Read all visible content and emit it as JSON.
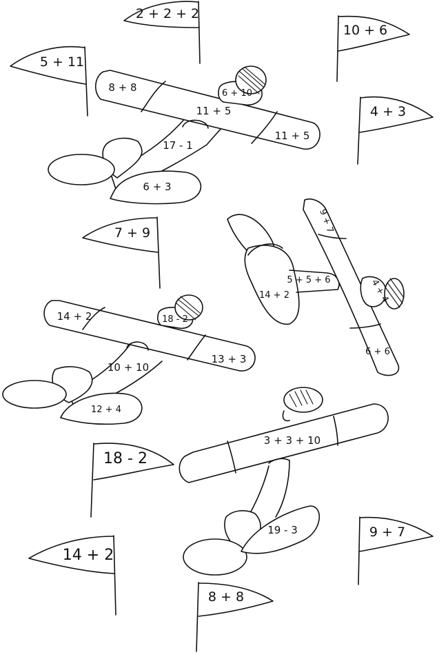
{
  "flags": {
    "f1": "2 + 2 + 2",
    "f2": "10 + 6",
    "f3": "5 + 11",
    "f4": "4 + 3",
    "f5": "7 + 9",
    "f6": "18 - 2",
    "f7": "14 + 2",
    "f8": "8 + 8",
    "f9": "9 + 7"
  },
  "plane1": {
    "wing_left": "8 + 8",
    "propeller": "6 + 10",
    "wing_center": "11 + 5",
    "wing_right": "11 + 5",
    "body": "17 - 1",
    "tail": "6 + 3"
  },
  "plane2": {
    "wing_top": "9 + 7",
    "body": "5 + 5 + 6",
    "propeller": "4 + 4",
    "tail": "14 + 2",
    "wing_bottom": "6 + 6"
  },
  "plane3": {
    "wing_left": "14 + 2",
    "propeller": "18 - 2",
    "body": "10 + 10",
    "wing_right": "13 + 3",
    "tail": "12 + 4"
  },
  "plane4": {
    "wing": "3 + 3 + 10",
    "tail": "19 - 3"
  }
}
